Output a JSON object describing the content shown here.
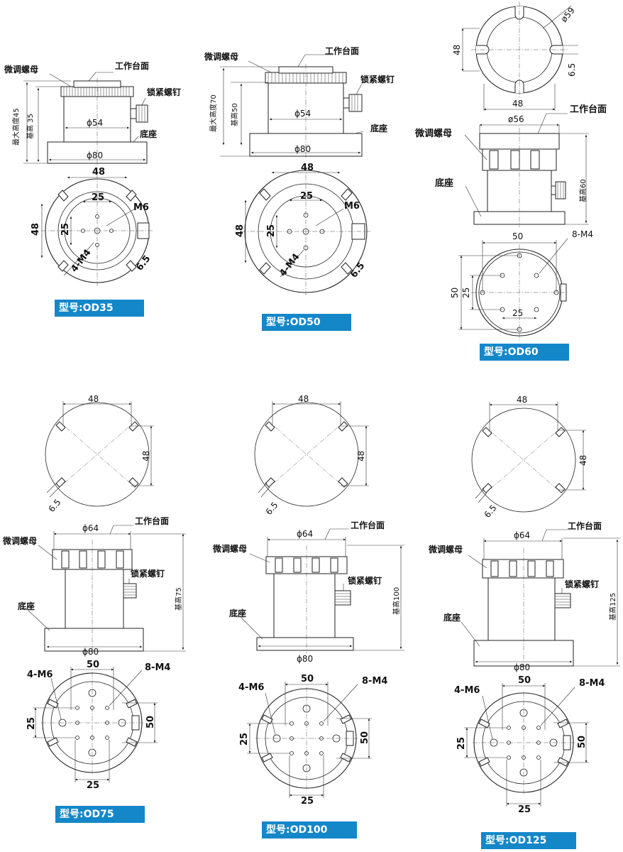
{
  "labels": {
    "worktable": "工作台面",
    "fine_nut": "微调螺母",
    "lock_screw": "锁紧螺钉",
    "base": "底座"
  },
  "colors": {
    "badge_bg": "#1487c9",
    "badge_text": "#ffffff",
    "line": "#222222"
  },
  "models": [
    {
      "key": "od35",
      "model": "型号:OD35",
      "max_height": "最大高度45",
      "base_height": "基高 35",
      "d_column": "ϕ54",
      "d_base": "ϕ80",
      "dim_48_w": "48",
      "dim_48_h": "48",
      "dim_25_w": "25",
      "dim_25_h": "25",
      "thread_center": "M6",
      "thread_holes": "4-M4",
      "slot": "6.5"
    },
    {
      "key": "od50",
      "model": "型号:OD50",
      "max_height": "最大高度70",
      "base_height": "基高50",
      "d_column": "ϕ54",
      "d_base": "ϕ80",
      "dim_48_w": "48",
      "dim_48_h": "48",
      "dim_25_w": "25",
      "dim_25_h": "25",
      "thread_center": "M6",
      "thread_holes": "4-M4",
      "slot": "6.5"
    },
    {
      "key": "od60",
      "model": "型号:OD60",
      "base_height": "基高60",
      "d_top": "ø56",
      "d_top_view": "ø59",
      "dim_48_w": "48",
      "dim_48_h": "48",
      "slot": "6.5",
      "dim_50_w": "50",
      "dim_50_h": "50",
      "dim_25_w": "25",
      "dim_25_h": "25",
      "thread_holes": "8-M4"
    },
    {
      "key": "od75",
      "model": "型号:OD75",
      "base_height": "基高75",
      "d_top": "ϕ64",
      "d_base": "ϕ80",
      "dim_48_w": "48",
      "dim_48_h": "48",
      "slot": "6.5",
      "dim_50_w": "50",
      "dim_50_h": "50",
      "dim_25_w": "25",
      "dim_25_h": "25",
      "thread_big": "4-M6",
      "thread_holes": "8-M4"
    },
    {
      "key": "od100",
      "model": "型号:OD100",
      "base_height": "基高100",
      "d_top": "ϕ64",
      "d_base": "ϕ80",
      "dim_48_w": "48",
      "dim_48_h": "48",
      "slot": "6.5",
      "dim_50_w": "50",
      "dim_50_h": "50",
      "dim_25_w": "25",
      "dim_25_h": "25",
      "thread_big": "4-M6",
      "thread_holes": "8-M4"
    },
    {
      "key": "od125",
      "model": "型号:OD125",
      "base_height": "基高125",
      "d_top": "ϕ64",
      "d_base": "ϕ80",
      "dim_48_w": "48",
      "dim_48_h": "48",
      "slot": "6.5",
      "dim_50_w": "50",
      "dim_50_h": "50",
      "dim_25_w": "25",
      "dim_25_h": "25",
      "thread_big": "4-M6",
      "thread_holes": "8-M4"
    }
  ]
}
